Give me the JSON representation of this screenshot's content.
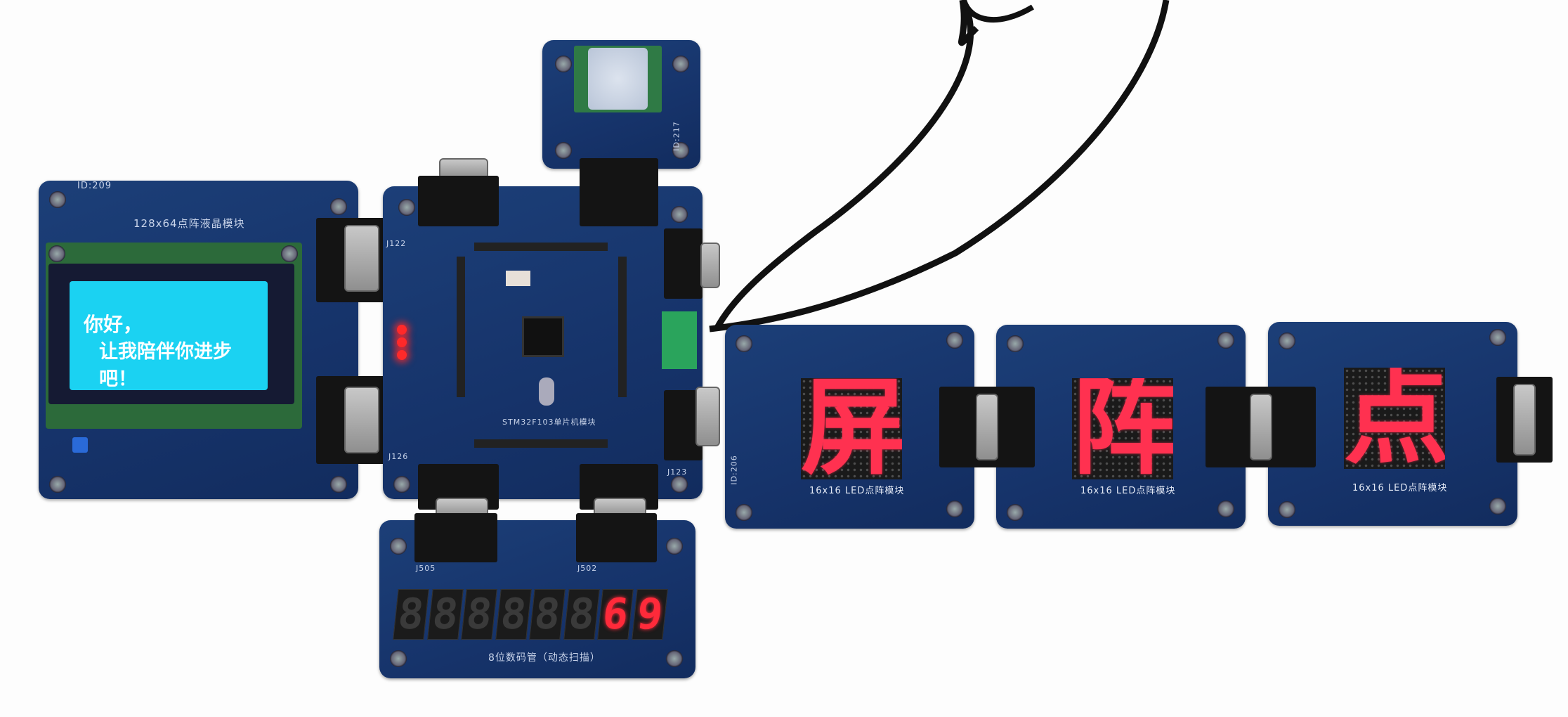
{
  "lcd_module": {
    "id_label": "ID:209",
    "title": "128x64点阵液晶模块",
    "screen_line1": "你好，",
    "screen_line2": "让我陪伴你进步吧！",
    "screen_color": "#1bd2f2"
  },
  "mcu_module": {
    "title": "STM32F103单片机模块",
    "connector_labels": [
      "J122",
      "J126",
      "J123"
    ],
    "power_led_count": 3
  },
  "pir_module": {
    "id_label": "ID:217"
  },
  "seg_module": {
    "title": "8位数码管（动态扫描）",
    "digits": [
      "8",
      "8",
      "8",
      "8",
      "8",
      "8",
      "6",
      "9"
    ],
    "lit": [
      false,
      false,
      false,
      false,
      false,
      false,
      true,
      true
    ],
    "connector_labels": [
      "J505",
      "J502"
    ]
  },
  "led_modules": [
    {
      "title": "16x16 LED点阵模块",
      "char": "屏",
      "id_label": "ID:206"
    },
    {
      "title": "16x16 LED点阵模块",
      "char": "阵",
      "id_label": ""
    },
    {
      "title": "16x16 LED点阵模块",
      "char": "点",
      "id_label": ""
    }
  ],
  "colors": {
    "pcb": "#16336a",
    "led_red": "#ff3150",
    "cable": "#111111"
  }
}
